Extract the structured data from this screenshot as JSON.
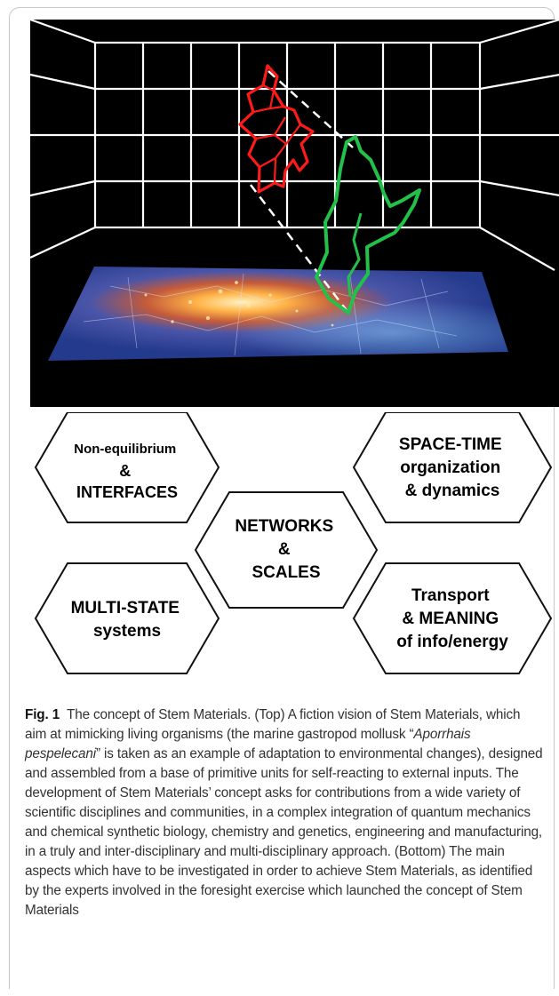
{
  "hexagons": [
    {
      "id": "non-equilibrium",
      "lines": [
        "Non-equilibrium",
        "&",
        "INTERFACES"
      ]
    },
    {
      "id": "space-time",
      "lines": [
        "SPACE-TIME",
        "organization",
        "& dynamics"
      ]
    },
    {
      "id": "networks",
      "lines": [
        "NETWORKS",
        "&",
        "SCALES"
      ]
    },
    {
      "id": "multi-state",
      "lines": [
        "MULTI-STATE",
        "systems"
      ]
    },
    {
      "id": "transport",
      "lines": [
        "Transport",
        "& MEANING",
        "of info/energy"
      ]
    }
  ],
  "caption": {
    "label": "Fig. 1",
    "part1": "The concept of Stem Materials. (Top) A fiction vision of Stem Materials, which aim at mimicking living organisms (the marine gastropod mollusk “",
    "species": "Aporrhais pespelecani",
    "part2": "” is taken as an example of adaptation to environmental changes), designed and assembled from a base of primitive units for self-reacting to external inputs. The development of Stem Materials’ concept asks for contributions from a wide variety of scientific disciplines and communities, in a complex integration of quantum mechanics and chemical synthetic biology, chemistry and genetics, engineering and manufacturing, in a truly and inter-disciplinary and multi-disciplinary approach. (Bottom) The main aspects which have to be investigated in order to achieve Stem Materials, as identified by the experts involved in the foresight exercise which launched the concept of Stem Materials"
  },
  "colors": {
    "background": "#000000",
    "grid": "#ffffff",
    "red_shape": "#ff1a1a",
    "green_shape": "#22c24a",
    "platform_base": "#2a4aa0"
  }
}
